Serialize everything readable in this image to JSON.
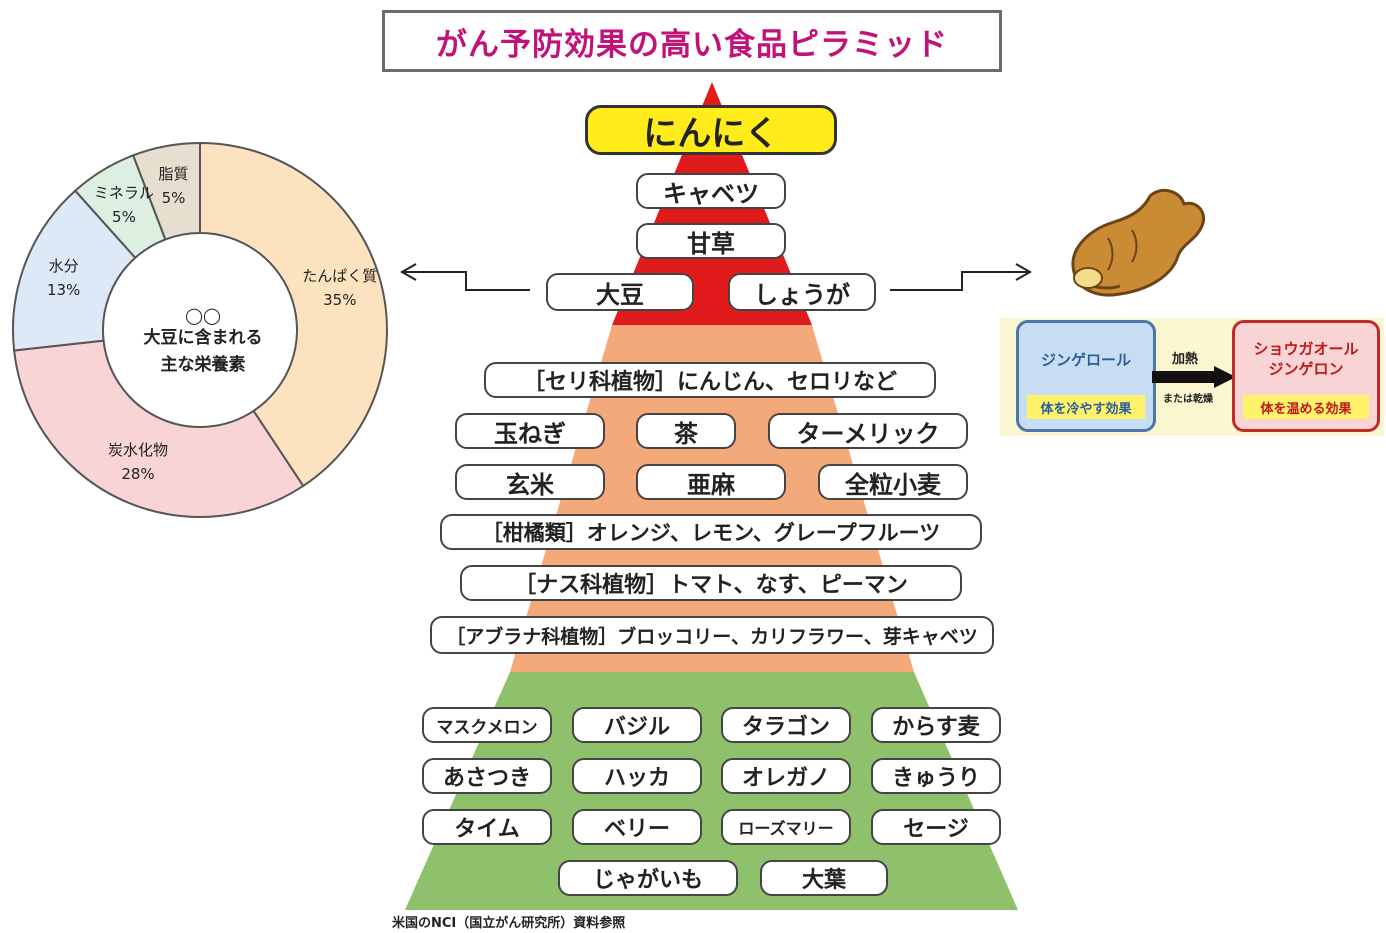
{
  "title": "がん予防効果の高い食品ピラミッド",
  "source": "米国のNCI（国立がん研究所）資料参照",
  "colors": {
    "title_text": "#c1127a",
    "tier1": "#e11b1b",
    "tier2": "#f4a97b",
    "tier3": "#8fc06b",
    "top_pill": "#ffec1a"
  },
  "pyramid": {
    "tier1": [
      "にんにく",
      "キャベツ",
      "甘草",
      "大豆",
      "しょうが"
    ],
    "tier2": [
      "［セリ科植物］にんじん、セロリなど",
      "玉ねぎ",
      "茶",
      "ターメリック",
      "玄米",
      "亜麻",
      "全粒小麦",
      "［柑橘類］オレンジ、レモン、グレープフルーツ",
      "［ナス科植物］トマト、なす、ピーマン",
      "［アブラナ科植物］ブロッコリー、カリフラワー、芽キャベツ"
    ],
    "tier3": [
      "マスクメロン",
      "バジル",
      "タラゴン",
      "からす麦",
      "あさつき",
      "ハッカ",
      "オレガノ",
      "きゅうり",
      "タイム",
      "ベリー",
      "ローズマリー",
      "セージ",
      "じゃがいも",
      "大葉"
    ]
  },
  "soy_chart": {
    "center_line1": "大豆に含まれる",
    "center_line2": "主な栄養素",
    "chart_data": {
      "type": "pie",
      "categories": [
        "たんぱく質",
        "炭水化物",
        "水分",
        "ミネラル",
        "脂質"
      ],
      "values": [
        35,
        28,
        13,
        5,
        5
      ],
      "labels": [
        "35%",
        "28%",
        "13%",
        "5%",
        "5%"
      ],
      "colors": [
        "#fde2c0",
        "#f8d4d4",
        "#dde9f7",
        "#dcefe0",
        "#e6dfcf"
      ]
    }
  },
  "ginger": {
    "left_title": "ジンゲロール",
    "left_effect": "体を冷やす効果",
    "arrow_top": "加熱",
    "arrow_bottom": "または乾燥",
    "right_title_1": "ショウガオール",
    "right_title_2": "ジンゲロン",
    "right_effect": "体を温める効果"
  }
}
